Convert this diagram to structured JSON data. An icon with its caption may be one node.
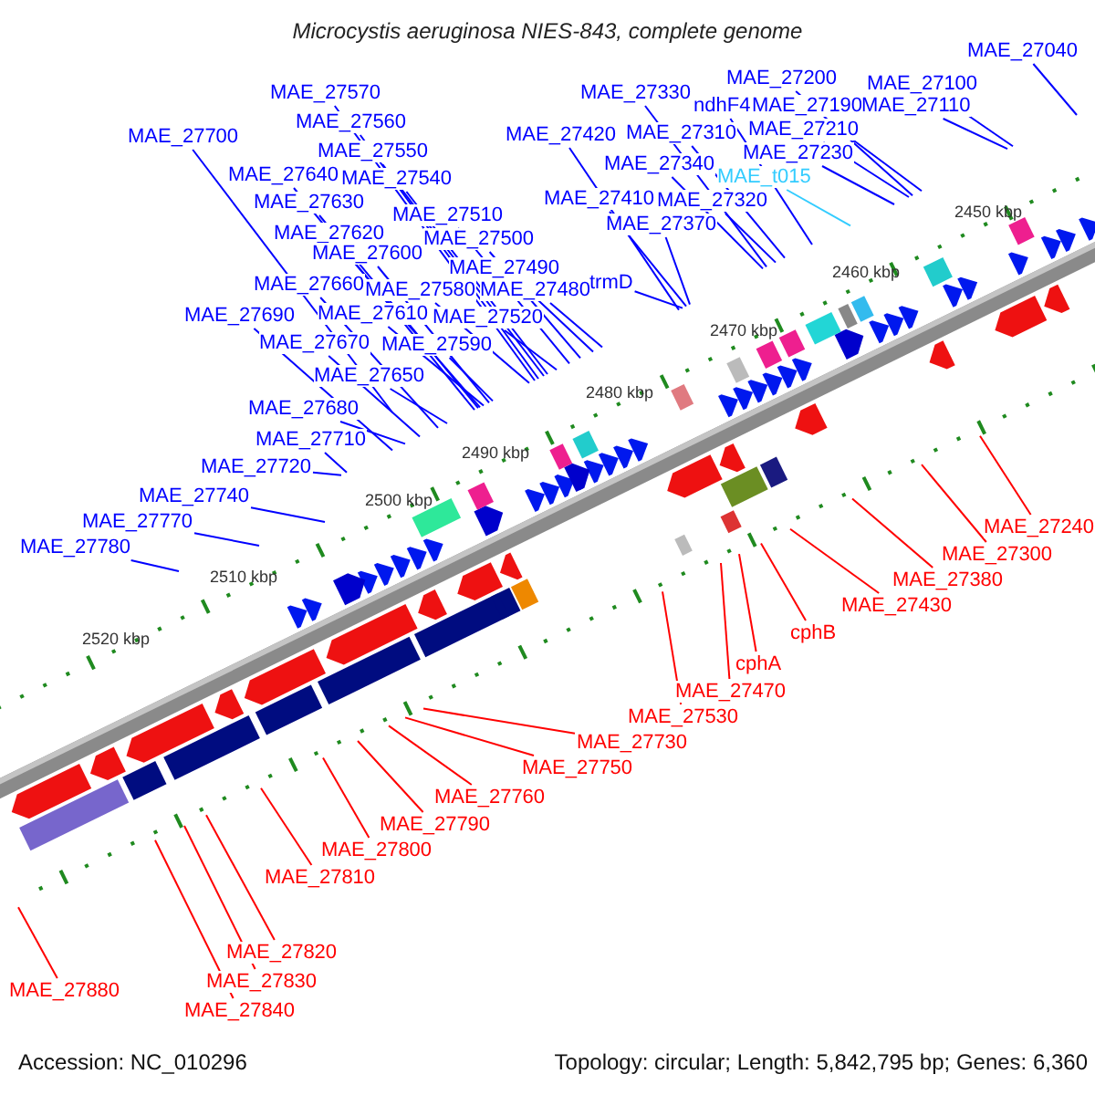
{
  "diagram": {
    "title": "Microcystis aeruginosa NIES-843, complete genome",
    "nodes": [
      {
        "text": [
          "MAE_27040"
        ]
      },
      {
        "text": [
          "MAE_27200"
        ]
      },
      {
        "text": [
          "MAE_27100"
        ]
      },
      {
        "text": [
          "MAE_27570"
        ]
      },
      {
        "text": [
          "MAE_27330"
        ]
      },
      {
        "text": [
          "ndhF4"
        ]
      },
      {
        "text": [
          "MAE_27190"
        ]
      },
      {
        "text": [
          "MAE_27110"
        ]
      },
      {
        "text": [
          "MAE_27560"
        ]
      },
      {
        "text": [
          "MAE_27700"
        ]
      },
      {
        "text": [
          "MAE_27420"
        ]
      },
      {
        "text": [
          "MAE_27310"
        ]
      },
      {
        "text": [
          "MAE_27210"
        ]
      },
      {
        "text": [
          "MAE_27550"
        ]
      },
      {
        "text": [
          "MAE_27230"
        ]
      },
      {
        "text": [
          "MAE_27340"
        ]
      },
      {
        "text": [
          "MAE_27640"
        ]
      },
      {
        "text": [
          "MAE_27540"
        ]
      },
      {
        "text": [
          "MAE_t015"
        ]
      },
      {
        "text": [
          "MAE_27630"
        ]
      },
      {
        "text": [
          "MAE_27410"
        ]
      },
      {
        "text": [
          "MAE_27320"
        ]
      },
      {
        "text": [
          "MAE_27510"
        ]
      },
      {
        "text": [
          "MAE_27370"
        ]
      },
      {
        "text": [
          "MAE_27620"
        ]
      },
      {
        "text": [
          "MAE_27500"
        ]
      },
      {
        "text": [
          "MAE_27600"
        ]
      },
      {
        "text": [
          "MAE_27490"
        ]
      },
      {
        "text": [
          "MAE_27660"
        ]
      },
      {
        "text": [
          "MAE_27580"
        ]
      },
      {
        "text": [
          "MAE_27480"
        ]
      },
      {
        "text": [
          "trmD"
        ]
      },
      {
        "text": [
          "MAE_27690"
        ]
      },
      {
        "text": [
          "MAE_27610"
        ]
      },
      {
        "text": [
          "MAE_27520"
        ]
      },
      {
        "text": [
          "MAE_27670"
        ]
      },
      {
        "text": [
          "MAE_27590"
        ]
      },
      {
        "text": [
          "MAE_27650"
        ]
      },
      {
        "text": [
          "MAE_27680"
        ]
      },
      {
        "text": [
          "MAE_27710"
        ]
      },
      {
        "text": [
          "MAE_27720"
        ]
      },
      {
        "text": [
          "MAE_27740"
        ]
      },
      {
        "text": [
          "MAE_27770"
        ]
      },
      {
        "text": [
          "MAE_27240"
        ]
      },
      {
        "text": [
          "MAE_27780"
        ]
      },
      {
        "text": [
          "MAE_27300"
        ]
      },
      {
        "text": [
          "MAE_27380"
        ]
      },
      {
        "text": [
          "MAE_27430"
        ]
      },
      {
        "text": [
          "cphB"
        ]
      },
      {
        "text": [
          "cphA"
        ]
      },
      {
        "text": [
          "MAE_27470"
        ]
      },
      {
        "text": [
          "MAE_27530"
        ]
      },
      {
        "text": [
          "MAE_27730"
        ]
      },
      {
        "text": [
          "MAE_27750"
        ]
      },
      {
        "text": [
          "MAE_27760"
        ]
      },
      {
        "text": [
          "MAE_27790"
        ]
      },
      {
        "text": [
          "MAE_27800"
        ]
      },
      {
        "text": [
          "MAE_27810"
        ]
      },
      {
        "text": [
          "MAE_27820"
        ]
      },
      {
        "text": [
          "MAE_27830"
        ]
      },
      {
        "text": [
          "MAE_27880"
        ]
      },
      {
        "text": [
          "MAE_27840"
        ]
      }
    ],
    "edges": [
      {
        "from": 0,
        "to": null,
        "arrow": "none"
      },
      {
        "from": 1,
        "to": null,
        "arrow": "none"
      },
      {
        "from": 2,
        "to": null,
        "arrow": "none"
      },
      {
        "from": 3,
        "to": null,
        "arrow": "none"
      },
      {
        "from": 4,
        "to": null,
        "arrow": "none"
      },
      {
        "from": 5,
        "to": null,
        "arrow": "none"
      },
      {
        "from": 6,
        "to": null,
        "arrow": "none"
      },
      {
        "from": 7,
        "to": null,
        "arrow": "none"
      },
      {
        "from": 8,
        "to": null,
        "arrow": "none"
      },
      {
        "from": 9,
        "to": null,
        "arrow": "none"
      },
      {
        "from": 10,
        "to": null,
        "arrow": "none"
      },
      {
        "from": 11,
        "to": null,
        "arrow": "none"
      },
      {
        "from": 12,
        "to": null,
        "arrow": "none"
      },
      {
        "from": 13,
        "to": null,
        "arrow": "none"
      },
      {
        "from": 14,
        "to": null,
        "arrow": "none"
      },
      {
        "from": 15,
        "to": null,
        "arrow": "none"
      },
      {
        "from": 16,
        "to": null,
        "arrow": "none"
      },
      {
        "from": 17,
        "to": null,
        "arrow": "none"
      },
      {
        "from": 18,
        "to": null,
        "arrow": "none",
        "color": "#33ccff"
      },
      {
        "from": 19,
        "to": null,
        "arrow": "none"
      },
      {
        "from": 20,
        "to": null,
        "arrow": "none"
      },
      {
        "from": 21,
        "to": null,
        "arrow": "none"
      },
      {
        "from": 22,
        "to": null,
        "arrow": "none"
      },
      {
        "from": 23,
        "to": null,
        "arrow": "none"
      },
      {
        "from": 24,
        "to": null,
        "arrow": "none"
      },
      {
        "from": 25,
        "to": null,
        "arrow": "none"
      },
      {
        "from": 26,
        "to": null,
        "arrow": "none"
      },
      {
        "from": 27,
        "to": null,
        "arrow": "none"
      },
      {
        "from": 28,
        "to": null,
        "arrow": "none"
      },
      {
        "from": 29,
        "to": null,
        "arrow": "none"
      },
      {
        "from": 30,
        "to": null,
        "arrow": "none"
      },
      {
        "from": 31,
        "to": null,
        "arrow": "none"
      },
      {
        "from": 32,
        "to": null,
        "arrow": "none"
      },
      {
        "from": 33,
        "to": null,
        "arrow": "none"
      },
      {
        "from": 34,
        "to": null,
        "arrow": "none"
      },
      {
        "from": 35,
        "to": null,
        "arrow": "none"
      },
      {
        "from": 36,
        "to": null,
        "arrow": "none"
      },
      {
        "from": 37,
        "to": null,
        "arrow": "none"
      },
      {
        "from": 38,
        "to": null,
        "arrow": "none"
      },
      {
        "from": 39,
        "to": null,
        "arrow": "none"
      },
      {
        "from": 40,
        "to": null,
        "arrow": "none"
      },
      {
        "from": 41,
        "to": null,
        "arrow": "none"
      },
      {
        "from": 42,
        "to": null,
        "arrow": "none"
      },
      {
        "from": 43,
        "to": null,
        "arrow": "none",
        "color": "#ff0000"
      },
      {
        "from": 44,
        "to": null,
        "arrow": "none"
      },
      {
        "from": 45,
        "to": null,
        "arrow": "none",
        "color": "#ff0000"
      },
      {
        "from": 46,
        "to": null,
        "arrow": "none",
        "color": "#ff0000"
      },
      {
        "from": 47,
        "to": null,
        "arrow": "none",
        "color": "#ff0000"
      },
      {
        "from": 48,
        "to": null,
        "arrow": "none",
        "color": "#ff0000"
      },
      {
        "from": 49,
        "to": null,
        "arrow": "none",
        "color": "#ff0000"
      },
      {
        "from": 50,
        "to": null,
        "arrow": "none",
        "color": "#ff0000"
      },
      {
        "from": 51,
        "to": null,
        "arrow": "none",
        "color": "#ff0000"
      },
      {
        "from": 52,
        "to": null,
        "arrow": "none",
        "color": "#ff0000"
      },
      {
        "from": 53,
        "to": null,
        "arrow": "none",
        "color": "#ff0000"
      },
      {
        "from": 54,
        "to": null,
        "arrow": "none",
        "color": "#ff0000"
      },
      {
        "from": 55,
        "to": null,
        "arrow": "none",
        "color": "#ff0000"
      },
      {
        "from": 56,
        "to": null,
        "arrow": "none",
        "color": "#ff0000"
      },
      {
        "from": 57,
        "to": null,
        "arrow": "none",
        "color": "#ff0000"
      },
      {
        "from": 58,
        "to": null,
        "arrow": "none",
        "color": "#ff0000"
      },
      {
        "from": 59,
        "to": null,
        "arrow": "none",
        "color": "#ff0000"
      },
      {
        "from": 60,
        "to": null,
        "arrow": "none",
        "color": "#ff0000"
      },
      {
        "from": 61,
        "to": null,
        "arrow": "none",
        "color": "#ff0000"
      }
    ],
    "labels": [
      "2450 kbp",
      "2460 kbp",
      "2470 kbp",
      "2480 kbp",
      "2490 kbp",
      "2500 kbp",
      "2510 kbp",
      "2520 kbp",
      "Accession: NC_010296",
      "Topology: circular; Length: 5,842,795 bp; Genes: 6,360"
    ]
  }
}
